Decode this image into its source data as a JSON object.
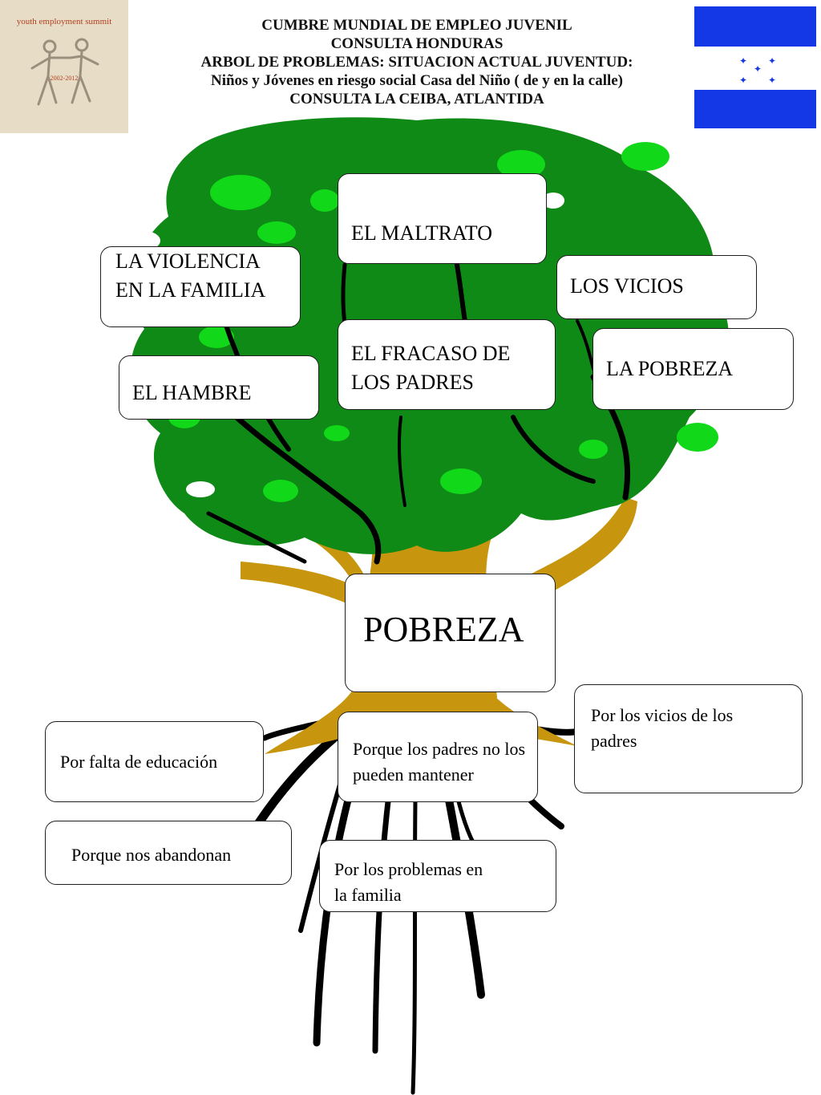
{
  "header": {
    "line1": "CUMBRE MUNDIAL DE EMPLEO JUVENIL",
    "line2": "CONSULTA HONDURAS",
    "line3": "ARBOL DE PROBLEMAS: SITUACION ACTUAL JUVENTUD:",
    "line4": "Niños y Jóvenes en riesgo social Casa del Niño ( de y en la calle)",
    "line5": "CONSULTA LA CEIBA, ATLANTIDA"
  },
  "logo": {
    "arc_text": "youth employment summit",
    "years": "2002-2012"
  },
  "flag": {
    "colors": [
      "#1438e6",
      "#ffffff",
      "#1438e6"
    ]
  },
  "effects": {
    "maltrato": "EL MALTRATO",
    "violencia": "LA VIOLENCIA EN LA FAMILIA",
    "vicios": "LOS VICIOS",
    "fracaso": "EL FRACASO DE LOS PADRES",
    "pobreza": "LA POBREZA",
    "hambre": "EL HAMBRE"
  },
  "core_problem": "POBREZA",
  "causes": {
    "educacion": "Por falta de educación",
    "padres_mantener": "Porque los padres no los pueden mantener",
    "vicios_padres": "Por los vicios de los padres",
    "abandonan": "Porque nos abandonan",
    "problemas_familia": "Por los problemas en la familia"
  },
  "colors": {
    "foliage_dark": "#0f8a16",
    "foliage_light": "#12d81a",
    "trunk": "#c8960e",
    "outline": "#000000"
  }
}
